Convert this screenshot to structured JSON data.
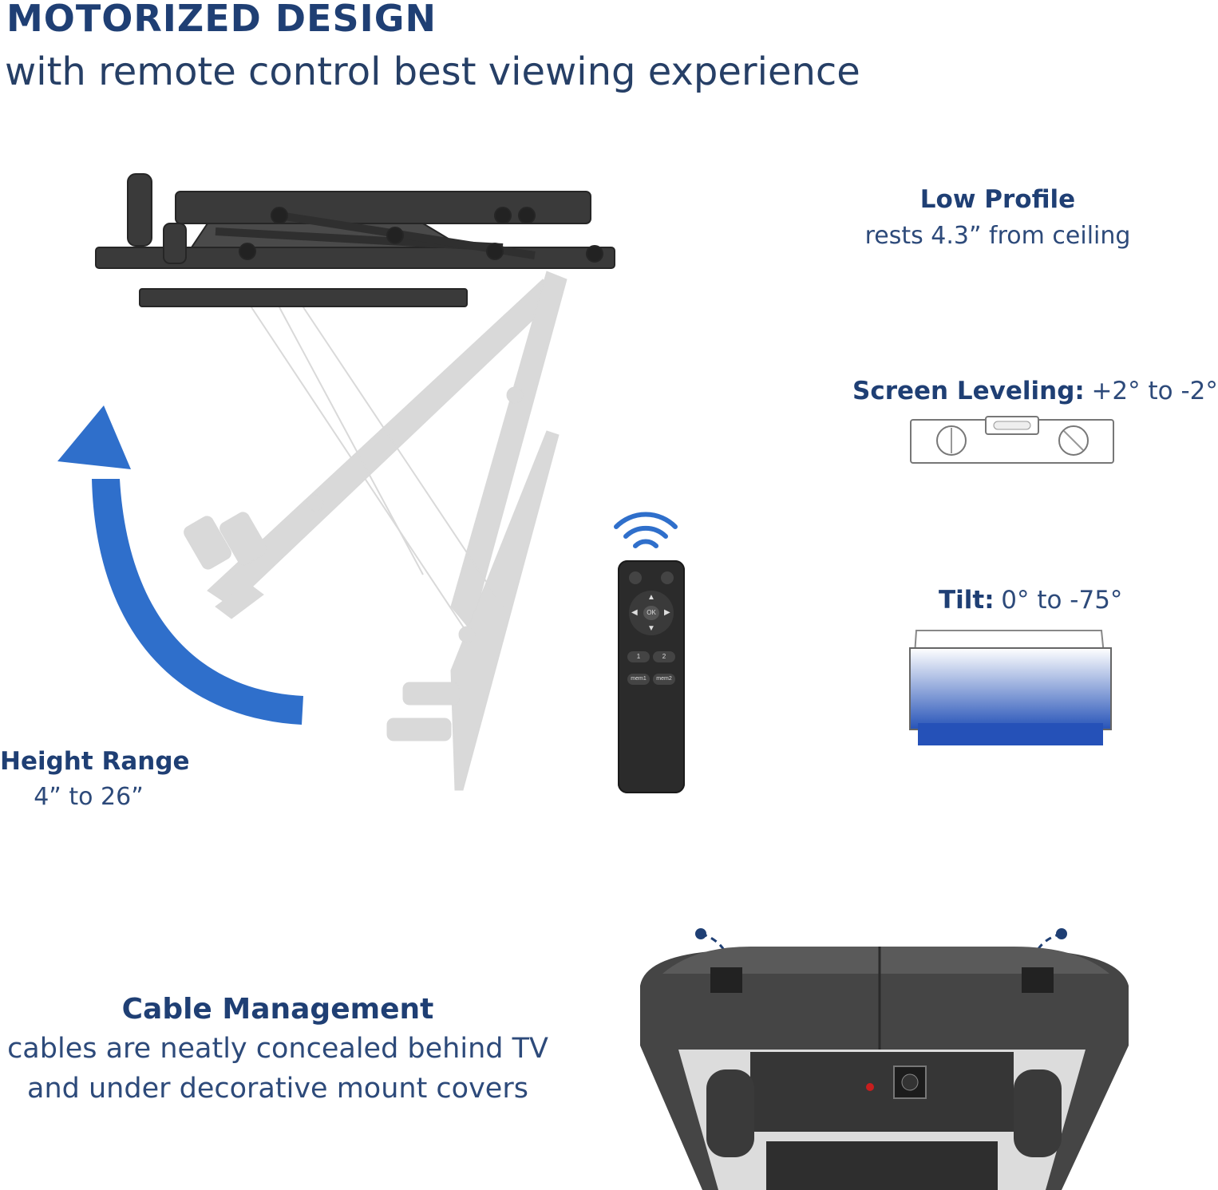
{
  "header": {
    "title": "MOTORIZED DESIGN",
    "subtitle": "with remote control best viewing experience"
  },
  "features": {
    "low_profile": {
      "title": "Low Profile",
      "detail": "rests 4.3” from ceiling"
    },
    "screen_leveling": {
      "title": "Screen Leveling:",
      "detail": "+2° to -2°"
    },
    "tilt": {
      "title": "Tilt:",
      "detail": "0° to -75°"
    },
    "height_range": {
      "title": "Height  Range",
      "detail": "4” to 26”"
    },
    "cable_management": {
      "title": "Cable Management",
      "line1": "cables are neatly concealed behind TV",
      "line2": "and under decorative mount covers"
    }
  },
  "remote": {
    "ok": "OK",
    "button_1": "1",
    "button_2": "2",
    "mem1": "mem1",
    "mem2": "mem2"
  },
  "colors": {
    "brand_blue": "#1f3f74",
    "arrow_blue": "#2f6fcb",
    "mount_dark": "#3a3a3a"
  }
}
